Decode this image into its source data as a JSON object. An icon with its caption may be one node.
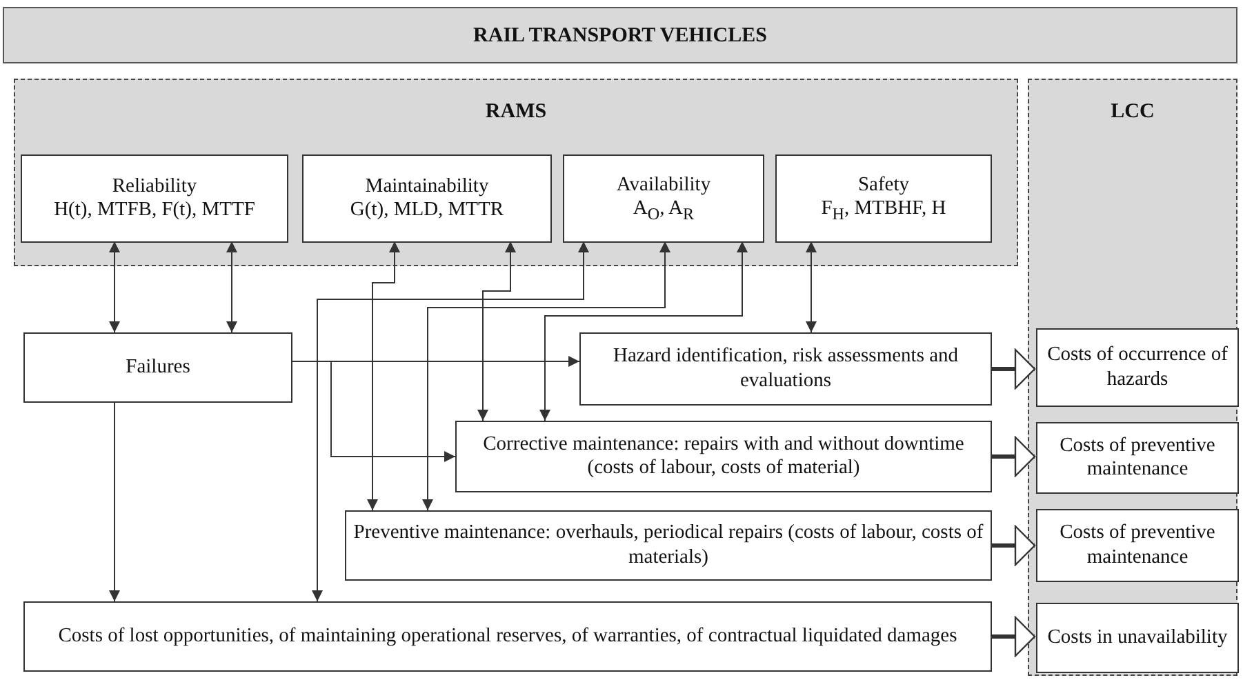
{
  "diagram": {
    "nodes": [
      {
        "text": [
          "RAIL TRANSPORT VEHICLES"
        ]
      },
      {
        "text": [
          "RAMS"
        ]
      },
      {
        "text": [
          "Reliability",
          "H(t), MTFB, F(t), MTTF"
        ],
        "in": 1
      },
      {
        "text": [
          "Maintainability",
          "G(t), MLD, MTTR"
        ],
        "in": 1
      },
      {
        "text": [
          "Availability",
          "A$_{O}$, A$_{R}$"
        ],
        "in": 1
      },
      {
        "text": [
          "Safety",
          "F$_{H}$, MTBHF, H"
        ],
        "in": 1
      },
      {
        "text": [
          "LCC"
        ]
      },
      {
        "text": [
          "Failures"
        ]
      },
      {
        "text": [
          "Hazard identification, risk assessments and evaluations"
        ]
      },
      {
        "text": [
          "Corrective maintenance: repairs with and without downtime (costs of labour, costs of material)"
        ]
      },
      {
        "text": [
          "Preventive maintenance: overhauls, periodical repairs (costs of labour, costs of materials)"
        ]
      },
      {
        "text": [
          "Costs of lost opportunities, of maintaining operational reserves, of warranties, of contractual liquidated damages"
        ]
      },
      {
        "text": [
          "Costs of occurrence of hazards"
        ],
        "in": 6
      },
      {
        "text": [
          "Costs of preventive maintenance"
        ],
        "in": 6
      },
      {
        "text": [
          "Costs of preventive maintenance"
        ],
        "in": 6
      },
      {
        "text": [
          "Costs in unavailability"
        ],
        "in": 6
      }
    ],
    "edges": [
      {
        "from": 2,
        "to": 7,
        "arrow": "both"
      },
      {
        "from": 2,
        "to": 7,
        "arrow": "both"
      },
      {
        "from": 3,
        "to": 10,
        "arrow": "both"
      },
      {
        "from": 3,
        "to": 9,
        "arrow": "both"
      },
      {
        "from": 4,
        "to": 11,
        "arrow": "both"
      },
      {
        "from": 4,
        "to": 10,
        "arrow": "both"
      },
      {
        "from": 4,
        "to": 9,
        "arrow": "both"
      },
      {
        "from": 5,
        "to": 8,
        "arrow": "both"
      },
      {
        "from": 7,
        "to": 8,
        "arrow": "to"
      },
      {
        "from": 7,
        "to": 9,
        "arrow": "to"
      },
      {
        "from": 7,
        "to": 11,
        "arrow": "to"
      },
      {
        "from": 8,
        "to": 12,
        "arrow": "to",
        "style": "thick"
      },
      {
        "from": 9,
        "to": 13,
        "arrow": "to",
        "style": "thick"
      },
      {
        "from": 10,
        "to": 14,
        "arrow": "to",
        "style": "thick"
      },
      {
        "from": 11,
        "to": 15,
        "arrow": "to",
        "style": "thick"
      }
    ]
  }
}
